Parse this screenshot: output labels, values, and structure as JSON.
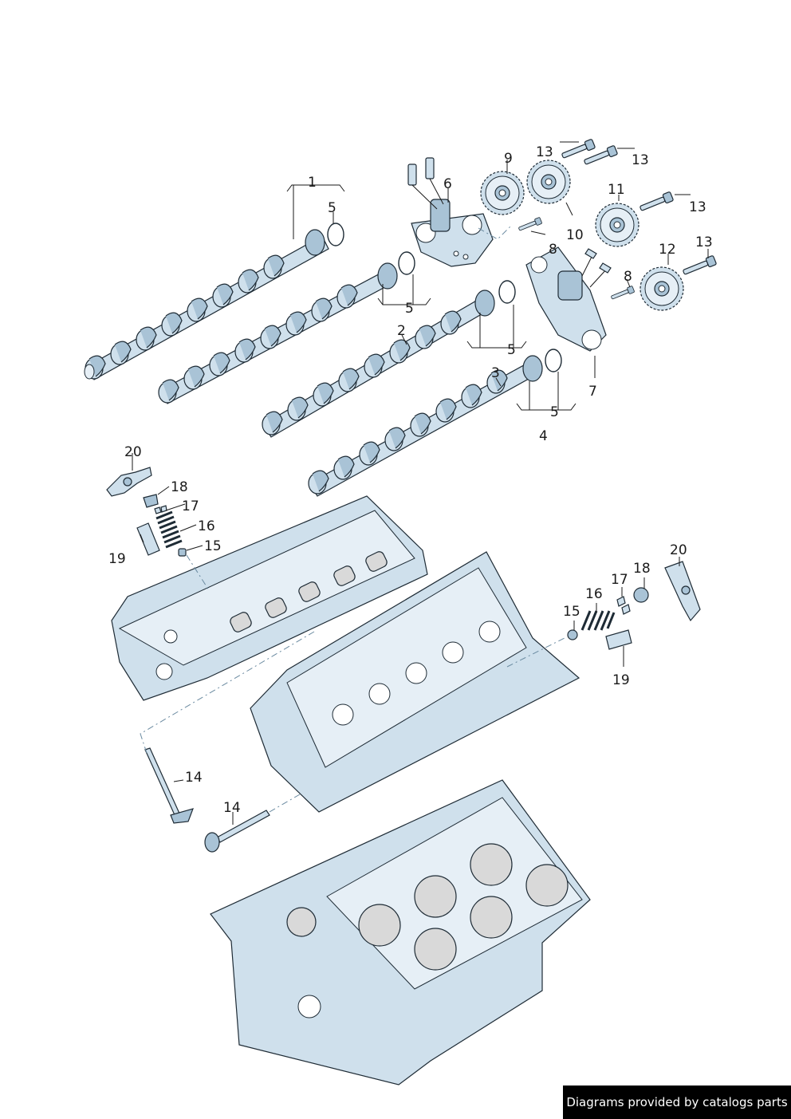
{
  "callouts": {
    "c1": "1",
    "c2": "2",
    "c3": "3",
    "c4": "4",
    "c5a": "5",
    "c5b": "5",
    "c5c": "5",
    "c5d": "5",
    "c6": "6",
    "c7": "7",
    "c8a": "8",
    "c8b": "8",
    "c9": "9",
    "c10": "10",
    "c11": "11",
    "c12": "12",
    "c13a": "13",
    "c13b": "13",
    "c13c": "13",
    "c13d": "13",
    "c14a": "14",
    "c14b": "14",
    "c15a": "15",
    "c15b": "15",
    "c16a": "16",
    "c16b": "16",
    "c17a": "17",
    "c17b": "17",
    "c18a": "18",
    "c18b": "18",
    "c19a": "19",
    "c19b": "19",
    "c20a": "20",
    "c20b": "20"
  },
  "footer": {
    "credit": "Diagrams provided by catalogs parts"
  },
  "colors": {
    "part_fill": "#cfe0ec",
    "part_shadow": "#a9c3d6",
    "outline": "#1e2b35",
    "footer_bg": "#000000"
  }
}
